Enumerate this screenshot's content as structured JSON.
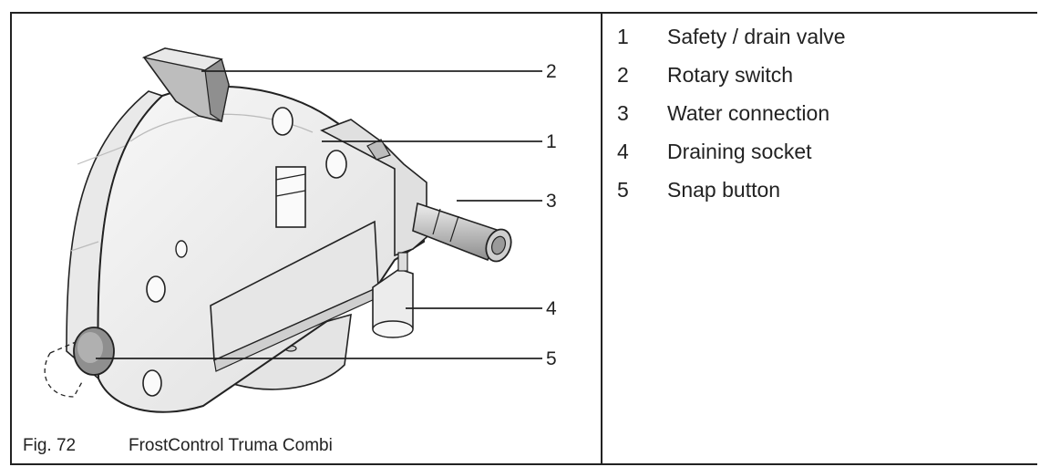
{
  "figure": {
    "caption_number": "Fig. 72",
    "caption_title": "FrostControl Truma Combi",
    "callouts": [
      "2",
      "1",
      "3",
      "4",
      "5"
    ]
  },
  "legend": {
    "items": [
      {
        "number": "1",
        "label": "Safety / drain valve"
      },
      {
        "number": "2",
        "label": "Rotary switch"
      },
      {
        "number": "3",
        "label": "Water connection"
      },
      {
        "number": "4",
        "label": "Draining socket"
      },
      {
        "number": "5",
        "label": "Snap button"
      }
    ]
  },
  "colors": {
    "line": "#222222",
    "body": "#f2f2f2",
    "shade": "#d9d9d9",
    "dark": "#9a9a9a"
  }
}
